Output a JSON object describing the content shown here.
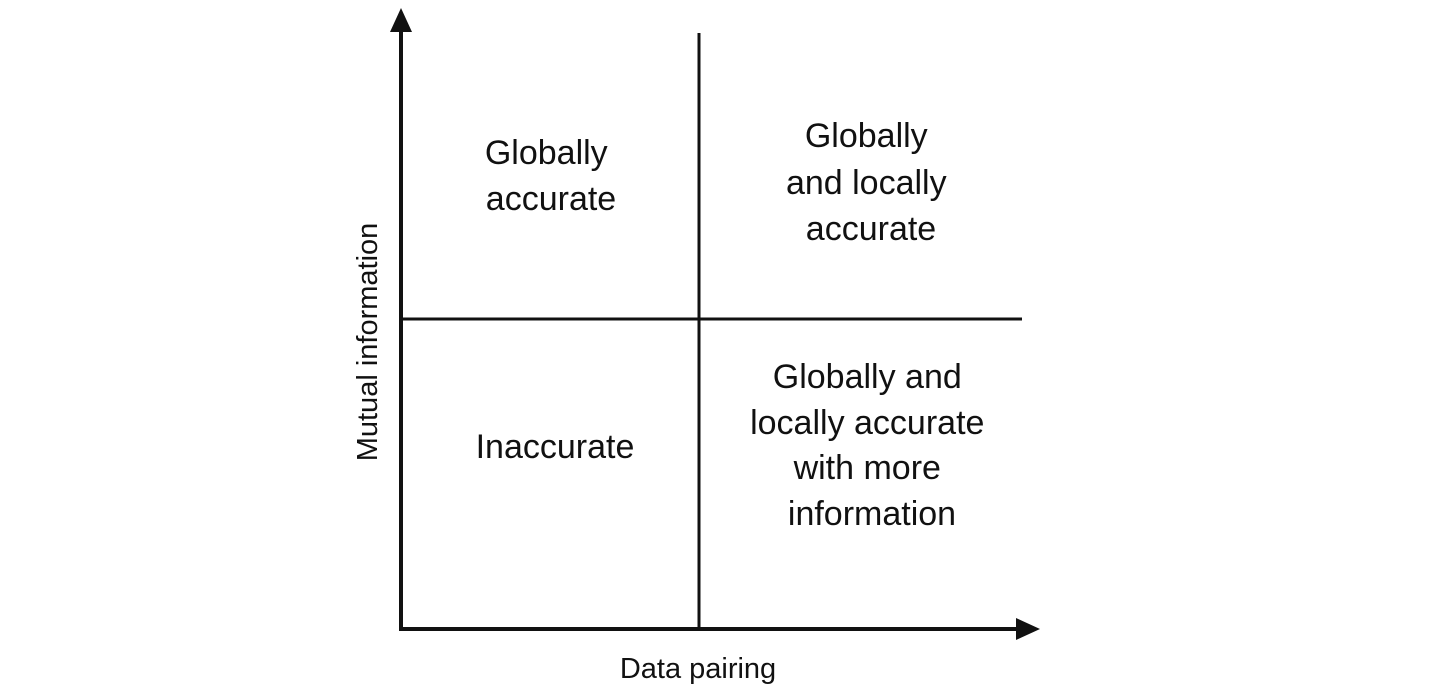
{
  "axes": {
    "x_label": "Data pairing",
    "y_label": "Mutual information"
  },
  "quadrants": {
    "top_left": {
      "lines": [
        "Globally",
        "accurate"
      ]
    },
    "top_right": {
      "lines": [
        "Globally",
        "and locally",
        "accurate"
      ]
    },
    "bottom_left": {
      "lines": [
        "Inaccurate"
      ]
    },
    "bottom_right": {
      "lines": [
        "Globally and",
        "locally accurate",
        "with more",
        "information"
      ]
    }
  },
  "colors": {
    "line": "#111111",
    "text": "#111111",
    "background": "#ffffff"
  }
}
